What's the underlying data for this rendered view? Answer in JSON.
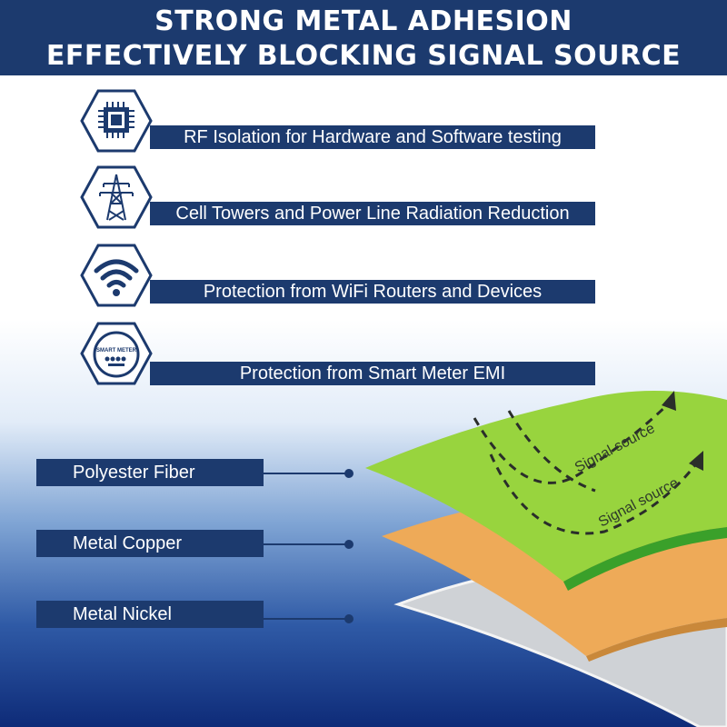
{
  "header": {
    "line1": "STRONG METAL ADHESION",
    "line2": "EFFECTIVELY BLOCKING SIGNAL SOURCE"
  },
  "features": [
    {
      "icon": "chip-icon",
      "label": "RF Isolation for Hardware and Software testing"
    },
    {
      "icon": "power-tower-icon",
      "label": "Cell Towers and Power Line Radiation Reduction"
    },
    {
      "icon": "wifi-icon",
      "label": "Protection from WiFi Routers and Devices"
    },
    {
      "icon": "smart-meter-icon",
      "label": "Protection from Smart Meter EMI",
      "icon_text": "SMART METER"
    }
  ],
  "layers": [
    {
      "label": "Polyester Fiber",
      "color": "#8fd23a"
    },
    {
      "label": "Metal Copper",
      "color": "#f0b060"
    },
    {
      "label": "Metal Nickel",
      "color": "#d6d8da"
    }
  ],
  "signal_label": "Signal source",
  "colors": {
    "navy": "#1c3a6e"
  }
}
